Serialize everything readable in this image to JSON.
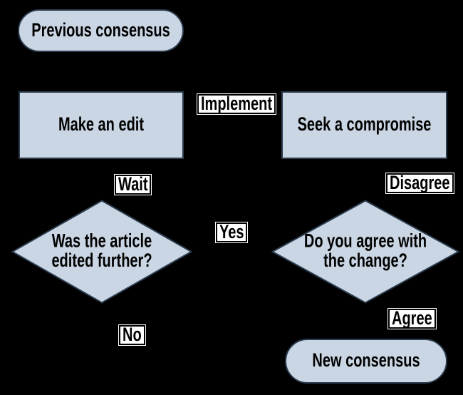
{
  "colors": {
    "canvas_bg": "#000000",
    "node_fill": "#cad6e3",
    "node_stroke": "#2b3b4d",
    "label_bg": "#ffffff",
    "label_border": "#000000",
    "text_color": "#000000"
  },
  "nodes": {
    "previous": {
      "label": "Previous consensus"
    },
    "make": {
      "label": "Make an edit"
    },
    "seek": {
      "label": "Seek a compromise"
    },
    "was_edited": {
      "line1": "Was the article",
      "line2": "edited further?"
    },
    "agree_q": {
      "line1": "Do you agree with",
      "line2": "the change?"
    },
    "new_consensus": {
      "label": "New consensus"
    }
  },
  "edge_labels": {
    "implement": "Implement",
    "wait": "Wait",
    "disagree": "Disagree",
    "yes": "Yes",
    "no": "No",
    "agree": "Agree"
  }
}
